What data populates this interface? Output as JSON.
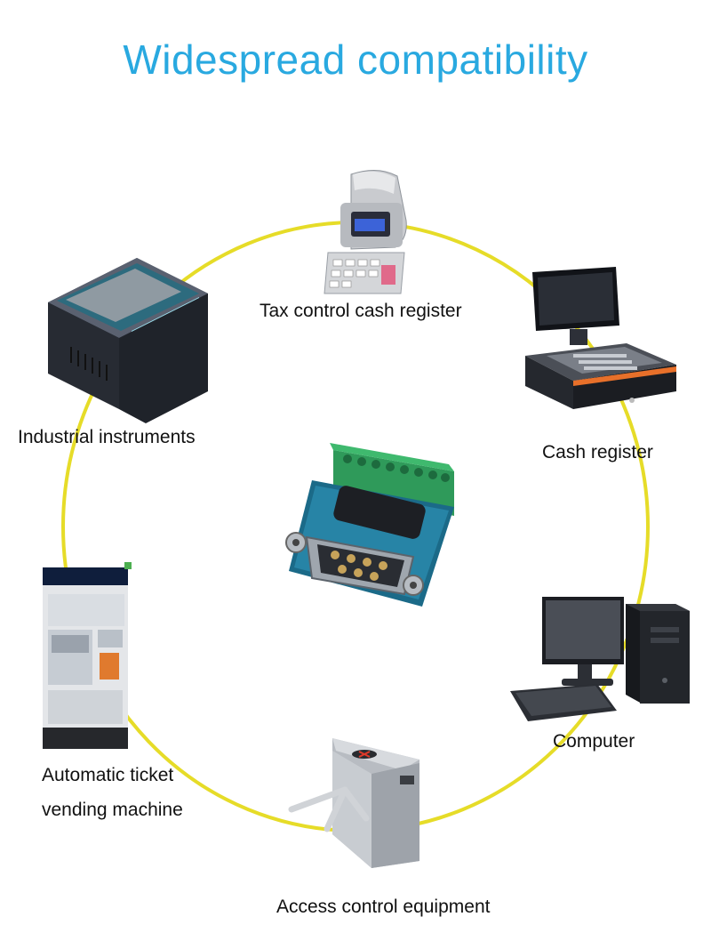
{
  "title": "Widespread compatibility",
  "colors": {
    "title": "#29a9e0",
    "ring": "#e6dc28",
    "background": "#ffffff"
  },
  "devices": [
    {
      "label": "Tax control cash register",
      "icon": "tax-register-icon"
    },
    {
      "label": "Cash register",
      "icon": "pos-terminal-icon"
    },
    {
      "label": "Computer",
      "icon": "desktop-computer-icon"
    },
    {
      "label": "Access control equipment",
      "icon": "turnstile-icon"
    },
    {
      "label_line1": "Automatic ticket",
      "label_line2": "vending machine",
      "icon": "ticket-machine-icon"
    },
    {
      "label": "Industrial instruments",
      "icon": "panel-meter-icon"
    }
  ],
  "center": {
    "icon": "db9-connector-terminal-icon"
  }
}
